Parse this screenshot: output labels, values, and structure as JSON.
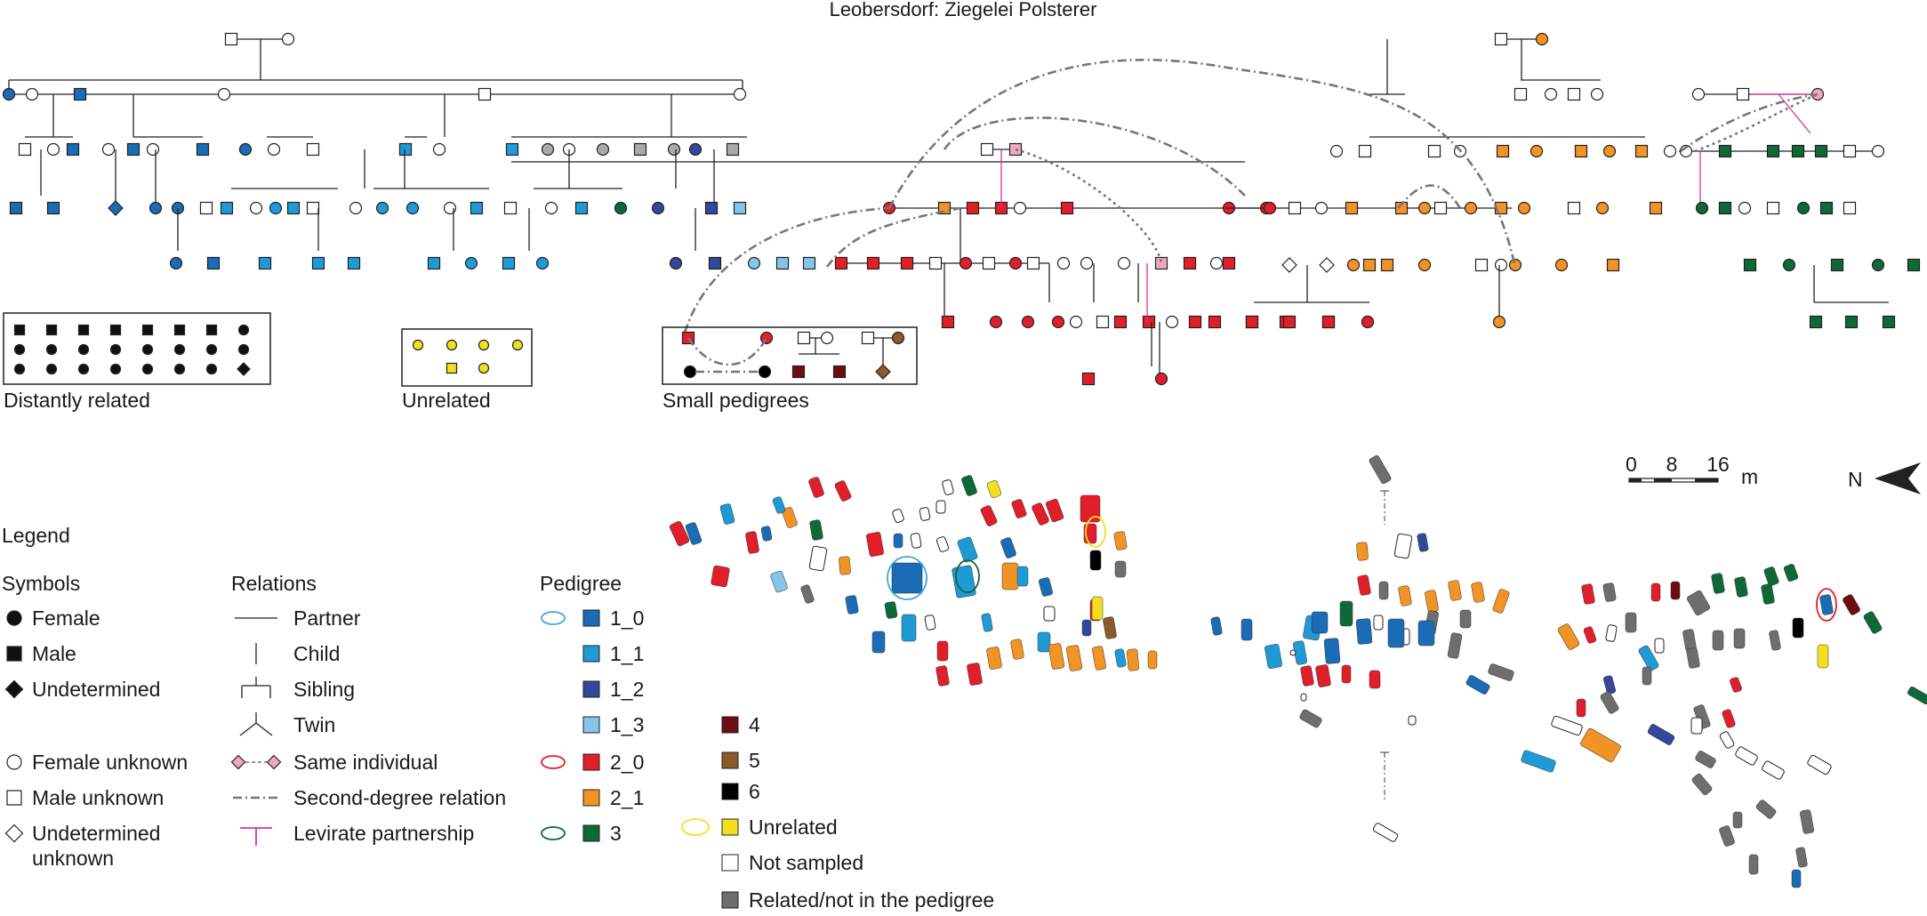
{
  "title": "Leobersdorf: Ziegelei Polsterer",
  "boxes": {
    "distant": "Distantly related",
    "unrelated": "Unrelated",
    "small": "Small pedigrees"
  },
  "scale": {
    "ticks": [
      "0",
      "8",
      "16"
    ],
    "unit": "m"
  },
  "north": "N",
  "legend": {
    "title": "Legend",
    "symbols": {
      "heading": "Symbols",
      "items": [
        "Female",
        "Male",
        "Undetermined",
        "Female unknown",
        "Male unknown",
        "Undetermined unknown"
      ]
    },
    "relations": {
      "heading": "Relations",
      "items": [
        "Partner",
        "Child",
        "Sibling",
        "Twin",
        "Same individual",
        "Second-degree relation",
        "Levirate partnership"
      ]
    },
    "pedigree": {
      "heading": "Pedigree",
      "items": [
        {
          "label": "1_0",
          "color": "#1b6cb6"
        },
        {
          "label": "1_1",
          "color": "#1f9ad6"
        },
        {
          "label": "1_2",
          "color": "#33479b"
        },
        {
          "label": "1_3",
          "color": "#86c4ea"
        },
        {
          "label": "2_0",
          "color": "#e11f2a"
        },
        {
          "label": "2_1",
          "color": "#f29325"
        },
        {
          "label": "3",
          "color": "#0d6a38"
        }
      ],
      "rings": {
        "1_0": "#3fa9e0",
        "2_0": "#e11f2a",
        "3": "#0d6a38",
        "unrelated": "#f2e01f"
      }
    },
    "map_categories": [
      {
        "label": "4",
        "color": "#6d0d10"
      },
      {
        "label": "5",
        "color": "#8a5a2b"
      },
      {
        "label": "6",
        "color": "#000000"
      },
      {
        "label": "Unrelated",
        "color": "#f2e01f"
      },
      {
        "label": "Not sampled",
        "color": "#ffffff"
      },
      {
        "label": "Related/not in the pedigree",
        "color": "#6e6e6e"
      }
    ]
  },
  "colors": {
    "c10": "#1b6cb6",
    "c11": "#1f9ad6",
    "c12": "#33479b",
    "c13": "#86c4ea",
    "c20": "#e11f2a",
    "c21": "#f29325",
    "c3": "#0d6a38",
    "c4": "#6d0d10",
    "c5": "#8a5a2b",
    "c6": "#000000",
    "yellow": "#f2e01f",
    "grey": "#6e6e6e",
    "lightgrey": "#aaaaaa",
    "pink": "#e0309a",
    "samepink": "#f0a8c0",
    "line": "#222222",
    "dash": "#777777"
  }
}
